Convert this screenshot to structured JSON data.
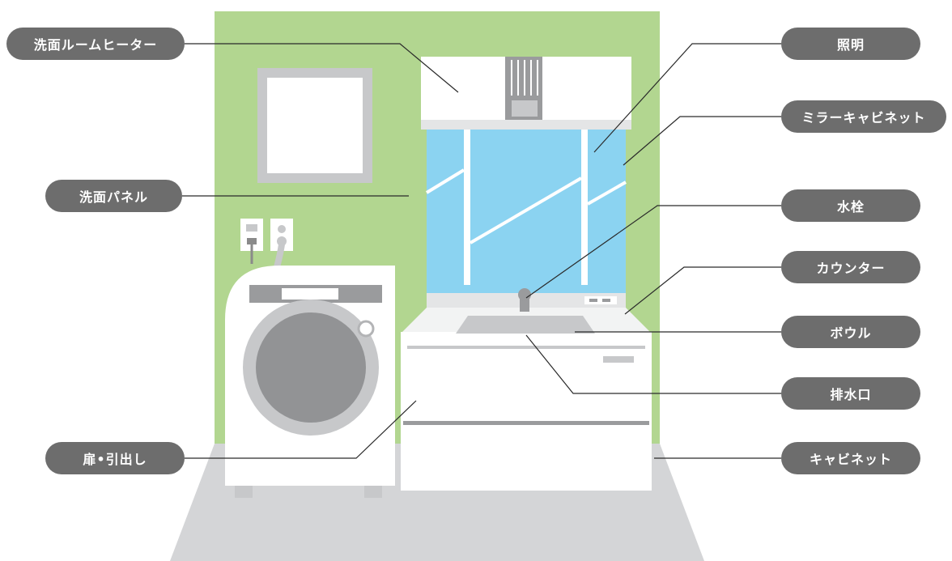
{
  "labels": {
    "room_heater": "洗面ルームヒーター",
    "lighting": "照明",
    "mirror_cabinet": "ミラーキャビネット",
    "wash_panel": "洗面パネル",
    "faucet": "水栓",
    "counter": "カウンター",
    "bowl": "ボウル",
    "drain": "排水口",
    "doors_drawers": "扉•引出し",
    "cabinet": "キャビネット"
  },
  "colors": {
    "wall": "#b2d690",
    "floor": "#d4d5d7",
    "mirror": "#8bd3f1",
    "label_bg": "#6d6d6d",
    "label_text": "#ffffff",
    "leader_line": "#2a2a2a",
    "fixture_white": "#ffffff",
    "fixture_gray": "#c7c8ca"
  }
}
